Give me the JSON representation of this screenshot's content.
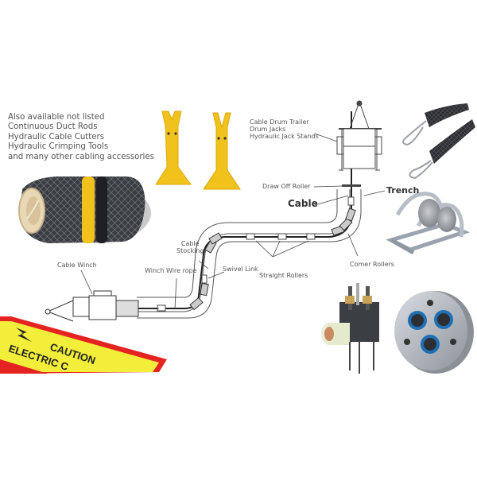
{
  "note": {
    "lines": [
      "Also available not listed",
      "Continuous Duct Rods",
      "Hydraulic Cable Cutters",
      "Hydraulic Crimping Tools",
      "and many other cabling accessories"
    ]
  },
  "diagram": {
    "labels": {
      "drum_trailer": [
        "Cable Drum Trailer",
        "Drum Jacks",
        "Hydraulic Jack Stands"
      ],
      "draw_off_roller": "Draw Off Roller",
      "cable": "Cable",
      "trench": "Trench",
      "cable_stocking": [
        "Cable",
        "Stocking"
      ],
      "winch_wire_rope": "Winch Wire rope",
      "swivel_link": "Swivel Link",
      "straight_rollers": "Straight Rollers",
      "corner_rollers": "Comer Rollers",
      "cable_winch": "Cable Winch"
    }
  },
  "products": {
    "caution_tape": {
      "text_main": "CAUTION",
      "text_sub": "ELECTRIC C",
      "colors": {
        "yellow": "#f2ee3a",
        "red": "#e52421"
      }
    },
    "duct_rod_color_band": "#f1c21b",
    "jack_stand_color": "#f1c21b",
    "transit_seal_ring_color": "#1f6fb5"
  }
}
